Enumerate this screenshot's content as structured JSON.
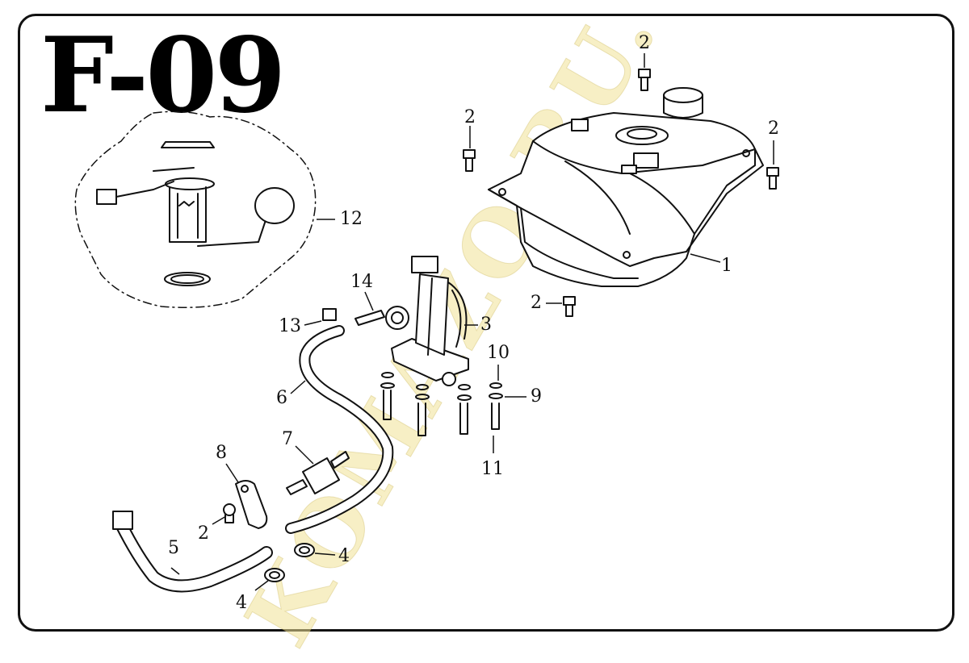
{
  "diagram": {
    "title": "F-09",
    "watermark": "KOMAZO.RU.",
    "callouts": [
      {
        "id": "c1",
        "label": "1"
      },
      {
        "id": "c2a",
        "label": "2"
      },
      {
        "id": "c2b",
        "label": "2"
      },
      {
        "id": "c2c",
        "label": "2"
      },
      {
        "id": "c2d",
        "label": "2"
      },
      {
        "id": "c2e",
        "label": "2"
      },
      {
        "id": "c3",
        "label": "3"
      },
      {
        "id": "c4a",
        "label": "4"
      },
      {
        "id": "c4b",
        "label": "4"
      },
      {
        "id": "c5",
        "label": "5"
      },
      {
        "id": "c6",
        "label": "6"
      },
      {
        "id": "c7",
        "label": "7"
      },
      {
        "id": "c8",
        "label": "8"
      },
      {
        "id": "c9",
        "label": "9"
      },
      {
        "id": "c10",
        "label": "10"
      },
      {
        "id": "c11",
        "label": "11"
      },
      {
        "id": "c12",
        "label": "12"
      },
      {
        "id": "c13",
        "label": "13"
      },
      {
        "id": "c14",
        "label": "14"
      }
    ]
  }
}
